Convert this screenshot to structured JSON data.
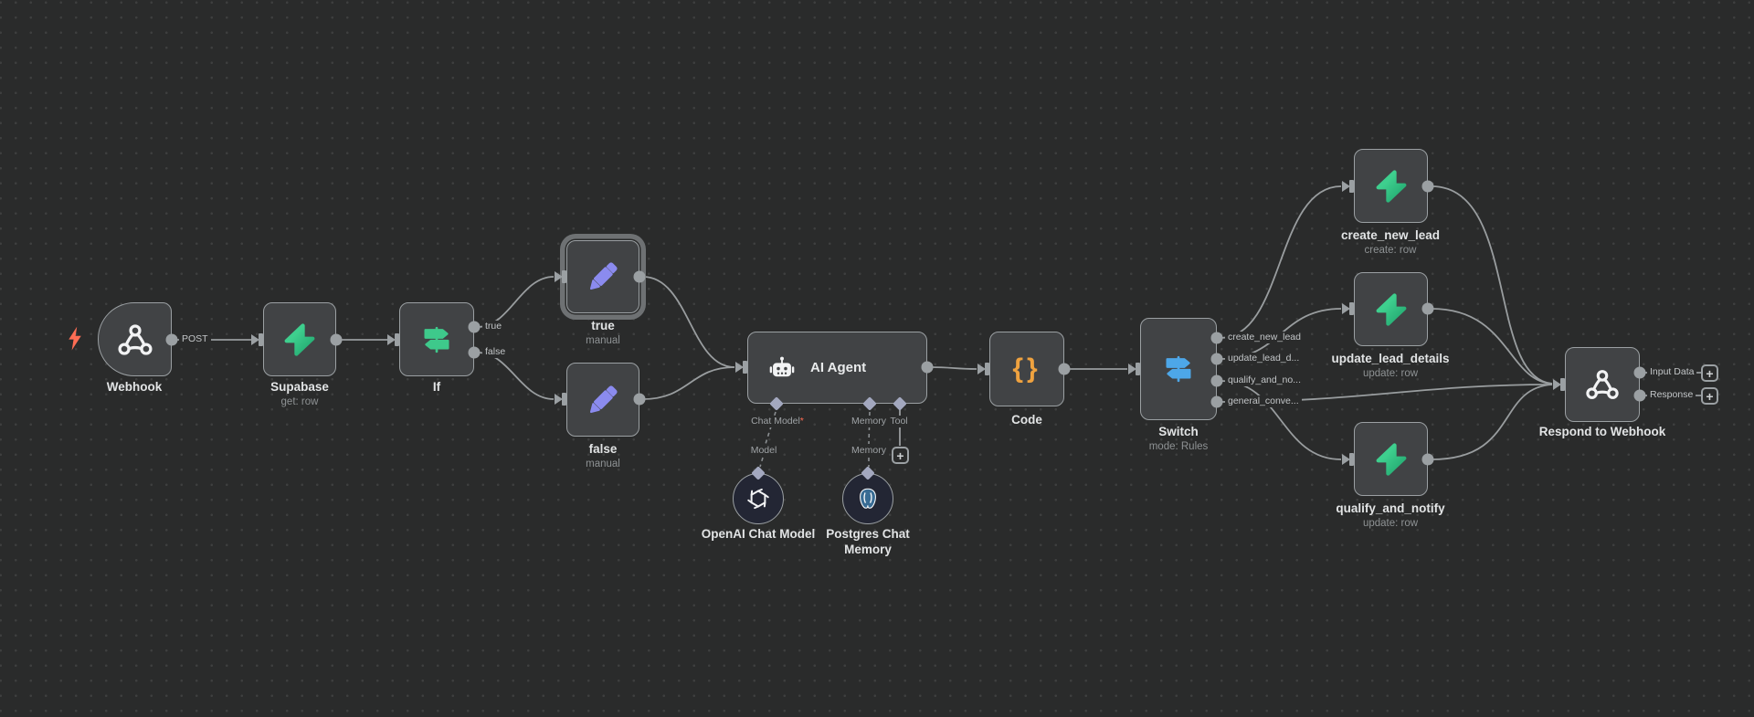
{
  "canvas": {
    "background": "#2a2b2b",
    "grid_dot_color": "#3e3f3f"
  },
  "workflow": {
    "nodes": {
      "webhook": {
        "label": "Webhook",
        "output_label": "POST"
      },
      "supabase": {
        "label": "Supabase",
        "sublabel": "get: row"
      },
      "if": {
        "label": "If",
        "output_true": "true",
        "output_false": "false"
      },
      "set_true": {
        "label": "true",
        "sublabel": "manual"
      },
      "set_false": {
        "label": "false",
        "sublabel": "manual"
      },
      "ai_agent": {
        "label": "AI Agent",
        "port_chat_model": "Chat Model",
        "port_required_mark": "*",
        "port_memory": "Memory",
        "port_tool": "Tool",
        "link_model": "Model",
        "link_memory": "Memory"
      },
      "openai": {
        "label": "OpenAI Chat Model"
      },
      "postgres": {
        "label": "Postgres Chat Memory"
      },
      "code": {
        "label": "Code"
      },
      "switch": {
        "label": "Switch",
        "sublabel": "mode: Rules",
        "outputs": [
          "create_new_lead",
          "update_lead_d...",
          "qualify_and_no...",
          "general_conve..."
        ]
      },
      "create_new_lead": {
        "label": "create_new_lead",
        "sublabel": "create: row"
      },
      "update_lead_details": {
        "label": "update_lead_details",
        "sublabel": "update: row"
      },
      "qualify_and_notify": {
        "label": "qualify_and_notify",
        "sublabel": "update: row"
      },
      "respond": {
        "label": "Respond to Webhook",
        "output_input_data": "Input Data",
        "output_response": "Response"
      }
    },
    "icons": {
      "code_glyph": "{}",
      "plus_glyph": "+"
    },
    "colors": {
      "node_fill": "#414345",
      "node_border": "#9ba0a3",
      "wire": "#999d9f",
      "supabase_green": "#3ecf8e",
      "supabase_green_dark": "#1b9e68",
      "if_green": "#3ec98b",
      "switch_blue": "#4da7e8",
      "pencil_purple": "#8b8bef",
      "code_orange": "#efa23f",
      "trigger_coral": "#ff6d54",
      "postgres_blue": "#396c94"
    }
  }
}
